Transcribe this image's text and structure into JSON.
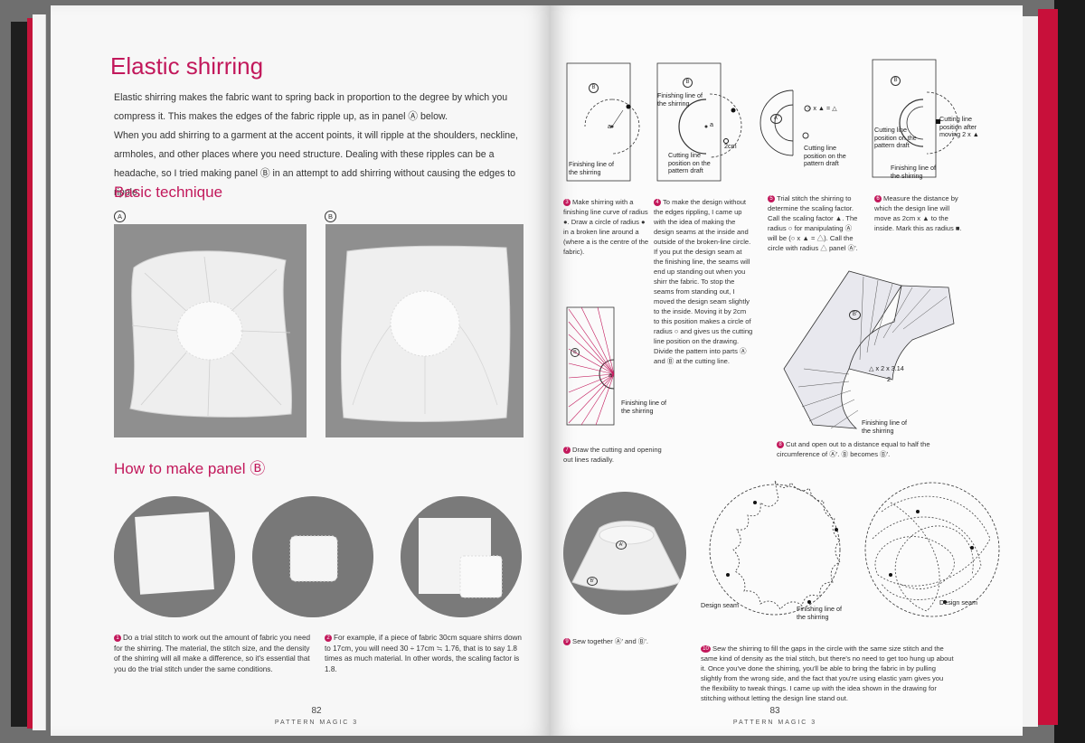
{
  "left": {
    "title": "Elastic shirring",
    "intro_1": "Elastic shirring makes the fabric want to spring back in proportion to the degree by which you compress it. This makes the edges of the fabric ripple up, as in panel Ⓐ below.",
    "intro_2": "When you add shirring to a garment at the accent points, it will ripple at the shoulders, neckline, armholes, and other places where you need structure. Dealing with these ripples can be a headache, so I tried making panel Ⓑ in an attempt to add shirring without causing the edges to ripple.",
    "basic_heading": "Basic technique",
    "panel_a": "A",
    "panel_b": "B",
    "how_heading": "How to make panel Ⓑ",
    "step1": "Do a trial stitch to work out the amount of fabric you need for the shirring. The material, the stitch size, and the density of the shirring will all make a difference, so it's essential that you do the trial stitch under the same conditions.",
    "step2": "For example, if a piece of fabric 30cm square shirrs down to 17cm, you will need 30 ÷ 17cm ≒ 1.76, that is to say 1.8 times as much material. In other words, the scaling factor is 1.8.",
    "step1_num": "1",
    "step2_num": "2",
    "page_number": "82",
    "folio": "PATTERN MAGIC 3"
  },
  "right": {
    "d3": {
      "num": "3",
      "caption": "Make shirring with a finishing line curve of radius ●. Draw a circle of radius ● in a broken line around a (where a is the centre of the fabric).",
      "b": "B",
      "a": "a",
      "finish": "Finishing line of the shirring"
    },
    "d4": {
      "num": "4",
      "caption": "To make the design without the edges rippling, I came up with the idea of making the design seams at the inside and outside of the broken-line circle. If you put the design seam at the finishing line, the seams will end up standing out when you shirr the fabric. To stop the seams from standing out, I moved the design seam slightly to the inside. Moving it by 2cm to this position makes a circle of radius ○ and gives us the cutting line position on the drawing. Divide the pattern into parts Ⓐ and Ⓑ at the cutting line.",
      "b": "B",
      "a": "a",
      "finish": "Finishing line of the shirring",
      "cm": "2cm",
      "cutting": "Cutting line position on the pattern draft"
    },
    "d5": {
      "num": "5",
      "caption": "Trial stitch the shirring to determine the scaling factor. Call the scaling factor ▲. The radius ○ for manipulating Ⓐ will be (○ x ▲ = △). Call the circle with radius △ panel Ⓐ'.",
      "a_prime": "A'",
      "formula": "○ x ▲ = △",
      "cutting": "Cutting line position on the pattern draft"
    },
    "d6": {
      "num": "6",
      "caption": "Measure the distance by which the design line will move as 2cm x ▲ to the inside. Mark this as radius ■.",
      "b": "B",
      "cutting_after": "Cutting line position after moving 2 x ▲",
      "cutting_draft": "Cutting line position on the pattern draft",
      "finish": "Finishing line of the shirring"
    },
    "d7": {
      "num": "7",
      "caption": "Draw the cutting and opening out lines radially.",
      "b": "B",
      "a": "a",
      "finish": "Finishing line of the shirring"
    },
    "d8": {
      "num": "8",
      "caption": "Cut and open out to a distance equal to half the circumference of Ⓐ'. Ⓑ becomes Ⓑ'.",
      "b_prime": "B'",
      "formula": "△ x 2 x 3.14",
      "denominator": "2",
      "finish": "Finishing line of the shirring"
    },
    "d9": {
      "num": "9",
      "caption": "Sew together Ⓐ' and Ⓑ'.",
      "a_prime": "A'",
      "b_prime": "B'"
    },
    "d10": {
      "num": "10",
      "caption": "Sew the shirring to fill the gaps in the circle with the same size stitch and the same kind of density as the trial stitch, but there's no need to get too hung up about it. Once you've done the shirring, you'll be able to bring the fabric in by pulling slightly from the wrong side, and the fact that you're using elastic yarn gives you the flexibility to tweak things. I came up with the idea shown in the drawing for stitching without letting the design line stand out.",
      "design_seam": "Design seam",
      "finish": "Finishing line of the shirring",
      "design_seam_2": "Design seam"
    },
    "page_number": "83",
    "folio": "PATTERN MAGIC 3"
  },
  "colors": {
    "accent": "#c2185b",
    "book_red": "#c8103a"
  }
}
